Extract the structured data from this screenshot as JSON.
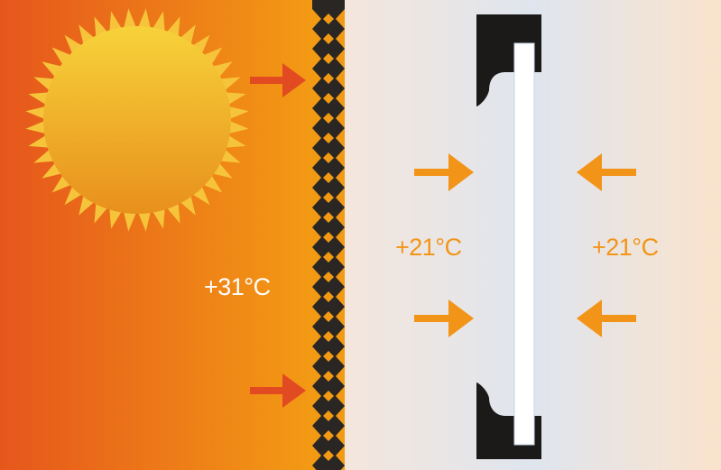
{
  "labels": {
    "outside_temp": "+31°C",
    "cavity_temp": "+21°C",
    "inside_temp": "+21°C"
  },
  "colors": {
    "outside_gradient_start": "#e6561c",
    "outside_gradient_end": "#f39a14",
    "inner_gradient_start": "#f4e6dc",
    "inner_gradient_mid": "#dfe5ee",
    "inner_gradient_end": "#fae3cc",
    "sun_core_top": "#f7d23a",
    "sun_core_bottom": "#e8901c",
    "sun_rays": "#f6c43a",
    "red_arrow": "#e24a22",
    "orange_arrow": "#f29418",
    "membrane_dark": "#2a2624",
    "frame_dark": "#1c1a19",
    "glass": "#ffffff",
    "outside_text": "#ffffff",
    "inside_text": "#f29418"
  },
  "icons": {
    "sun": "sun-icon",
    "heat_arrow": "arrow-right-icon",
    "return_arrow": "arrow-left-icon"
  }
}
